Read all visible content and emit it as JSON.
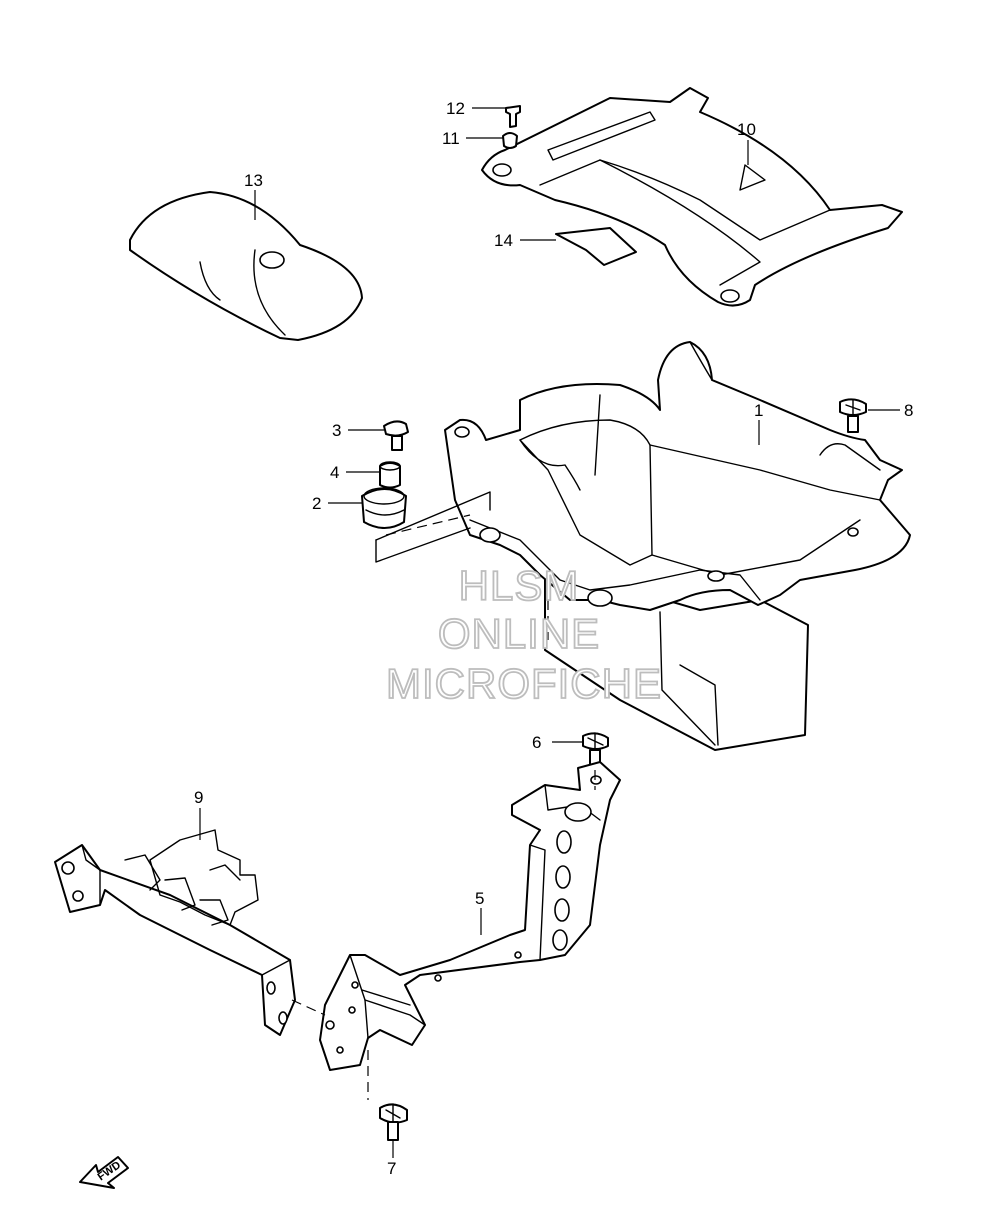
{
  "callouts": {
    "c1": "1",
    "c2": "2",
    "c3": "3",
    "c4": "4",
    "c5": "5",
    "c6": "6",
    "c7": "7",
    "c8": "8",
    "c9": "9",
    "c10": "10",
    "c11": "11",
    "c12": "12",
    "c13": "13",
    "c14": "14"
  },
  "watermark": {
    "line1": "HLSM",
    "line2": "ONLINE",
    "line3": "MICROFICHE"
  },
  "fwd_label": "FWD",
  "colors": {
    "line": "#000000",
    "background": "#ffffff",
    "watermark_outline": "#bdbdbd"
  }
}
